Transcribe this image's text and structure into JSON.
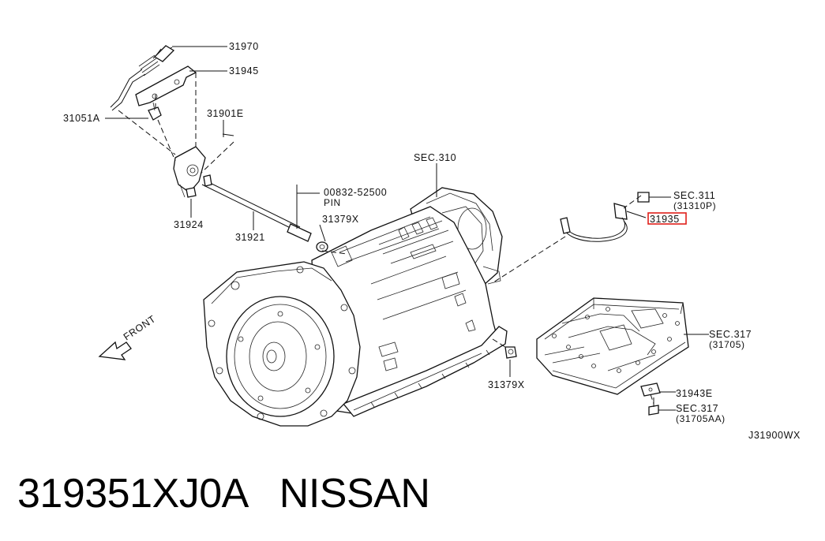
{
  "diagram": {
    "callouts": {
      "p31970": "31970",
      "p31945": "31945",
      "p31051a": "31051A",
      "p31901e": "31901E",
      "sec310": "SEC.310",
      "pin_part": "00832-52500",
      "pin_word": "PIN",
      "p31379x_top": "31379X",
      "p31924": "31924",
      "p31921": "31921",
      "sec311": "SEC.311",
      "sec311_ref": "(31310P)",
      "p31935": "31935",
      "sec317": "SEC.317",
      "sec317_ref": "(31705)",
      "p31379x_bottom": "31379X",
      "p31943e": "31943E",
      "sec317b": "SEC.317",
      "sec317b_ref": "(31705AA)",
      "front": "FRONT",
      "drawing_code": "J31900WX"
    },
    "highlight_color": "#e0201b"
  },
  "caption": {
    "part_number": "319351XJ0A",
    "brand": "NISSAN"
  }
}
